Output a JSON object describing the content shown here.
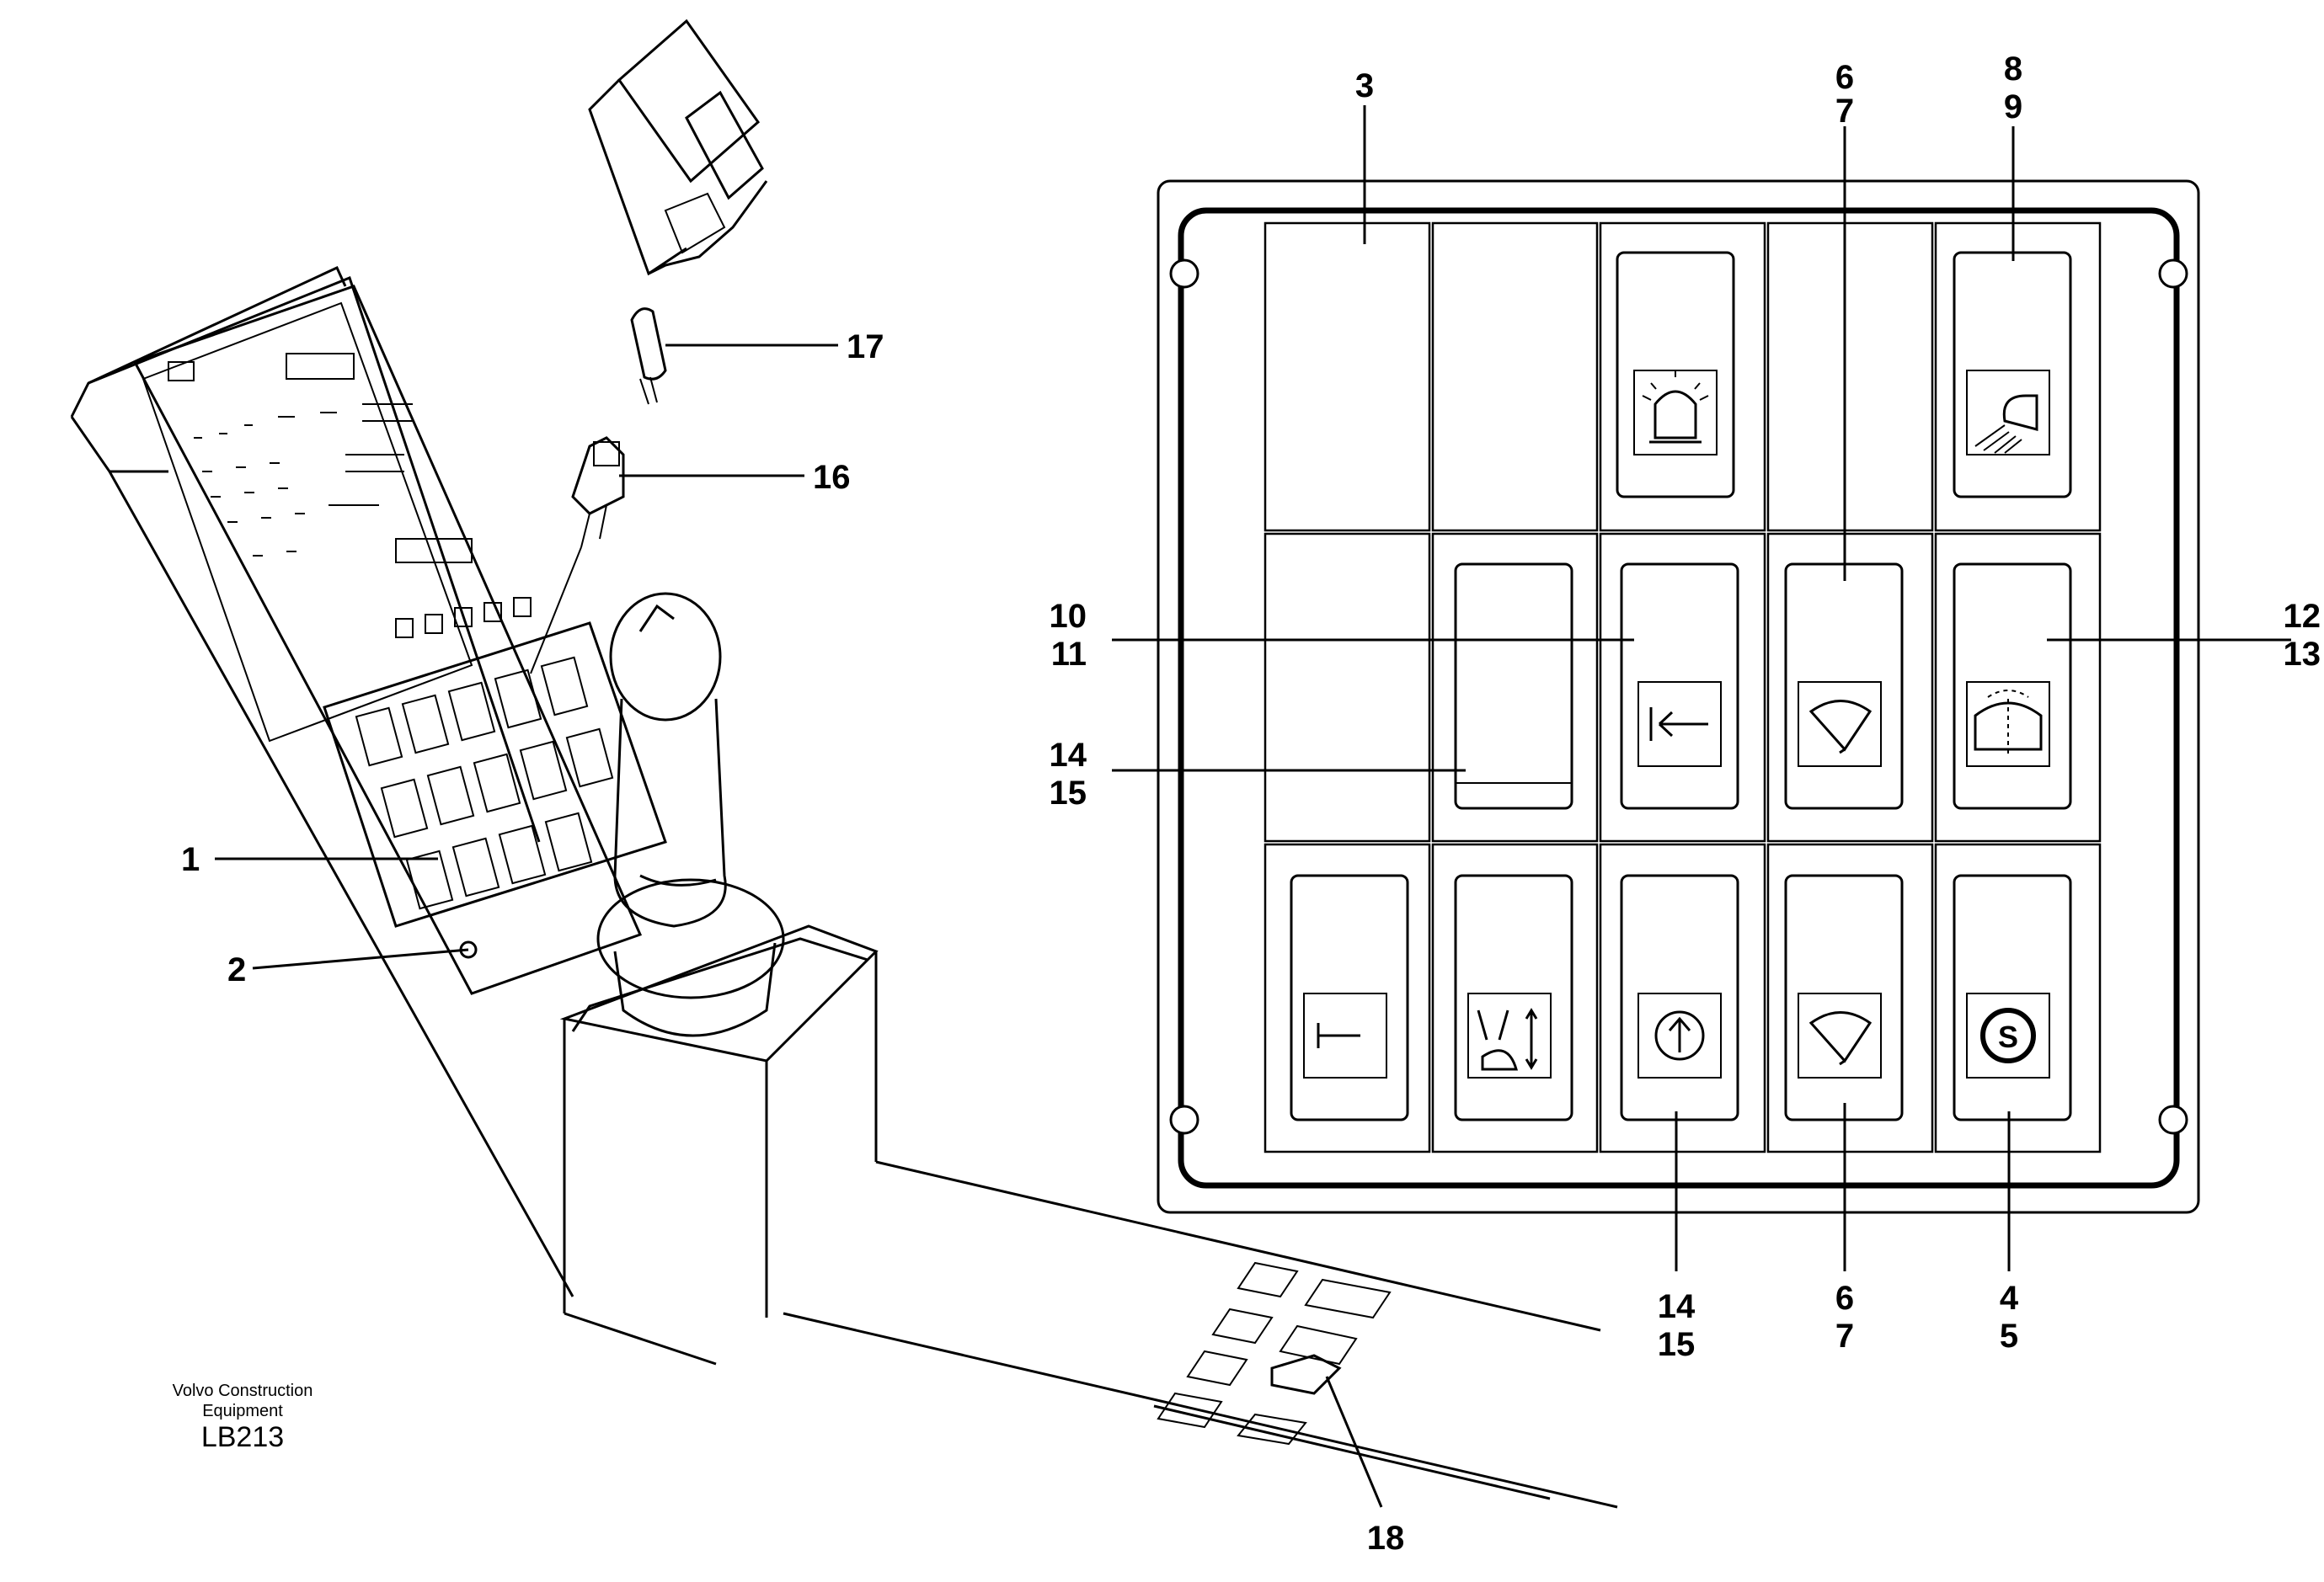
{
  "callouts": {
    "c1": "1",
    "c2": "2",
    "c3": "3",
    "c4": "4",
    "c5": "5",
    "c6a": "6",
    "c7a": "7",
    "c6b": "6",
    "c7b": "7",
    "c8": "8",
    "c9": "9",
    "c10": "10",
    "c11": "11",
    "c12": "12",
    "c13": "13",
    "c14a": "14",
    "c15a": "15",
    "c14b": "14",
    "c15b": "15",
    "c16": "16",
    "c17": "17",
    "c18": "18"
  },
  "credit": {
    "line1": "Volvo Construction",
    "line2": "Equipment",
    "code": "LB213"
  },
  "panel_icons": [
    "rotating-beacon-icon",
    "work-light-icon",
    "arrow-left-stop-icon",
    "wiper-icon",
    "wiper-interval-icon",
    "hammer-icon",
    "attachment-lock-icon",
    "arrow-up-circle-icon",
    "wiper-icon",
    "parking-brake-icon"
  ]
}
